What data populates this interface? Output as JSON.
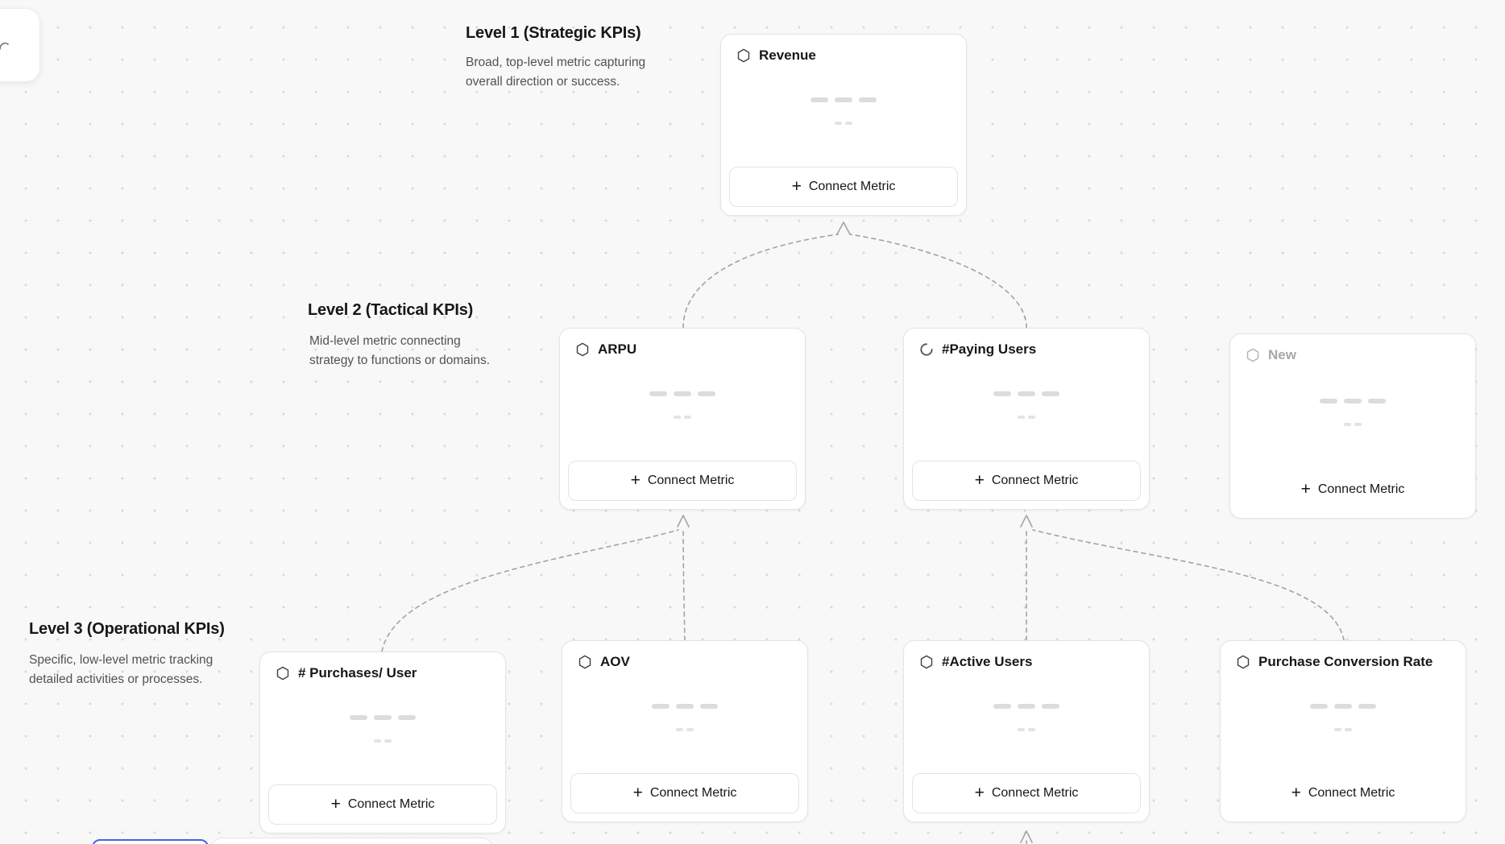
{
  "levels": [
    {
      "title": "Level 1 (Strategic KPIs)",
      "description": "Broad, top-level metric capturing overall direction or success."
    },
    {
      "title": "Level 2 (Tactical KPIs)",
      "description": "Mid-level metric connecting strategy to functions or domains."
    },
    {
      "title": "Level 3 (Operational KPIs)",
      "description": "Specific, low-level metric tracking detailed activities or processes."
    }
  ],
  "cards": [
    {
      "title": "Revenue",
      "icon": "hexagon-icon",
      "state": "default",
      "button_label": "Connect Metric"
    },
    {
      "title": "ARPU",
      "icon": "hexagon-icon",
      "state": "default",
      "button_label": "Connect Metric"
    },
    {
      "title": "#Paying Users",
      "icon": "spinner-icon",
      "state": "loading",
      "button_label": "Connect Metric"
    },
    {
      "title": "New",
      "icon": "hexagon-icon",
      "state": "draft",
      "button_label": "Connect Metric"
    },
    {
      "title": "# Purchases/ User",
      "icon": "hexagon-icon",
      "state": "default",
      "button_label": "Connect Metric"
    },
    {
      "title": "AOV",
      "icon": "hexagon-icon",
      "state": "default",
      "button_label": "Connect Metric"
    },
    {
      "title": "#Active Users",
      "icon": "hexagon-icon",
      "state": "default",
      "button_label": "Connect Metric"
    },
    {
      "title": "Purchase Conversion Rate",
      "icon": "hexagon-icon",
      "state": "default",
      "button_label": "Connect Metric"
    }
  ],
  "colors": {
    "canvas_bg": "#f8f8f8",
    "grid_dot": "#d9d9d9",
    "card_border": "#e4e4e4",
    "connector": "#a3a3a3",
    "accent_blue": "#4263eb",
    "muted_text": "#a8a8a8",
    "text": "#171717"
  }
}
